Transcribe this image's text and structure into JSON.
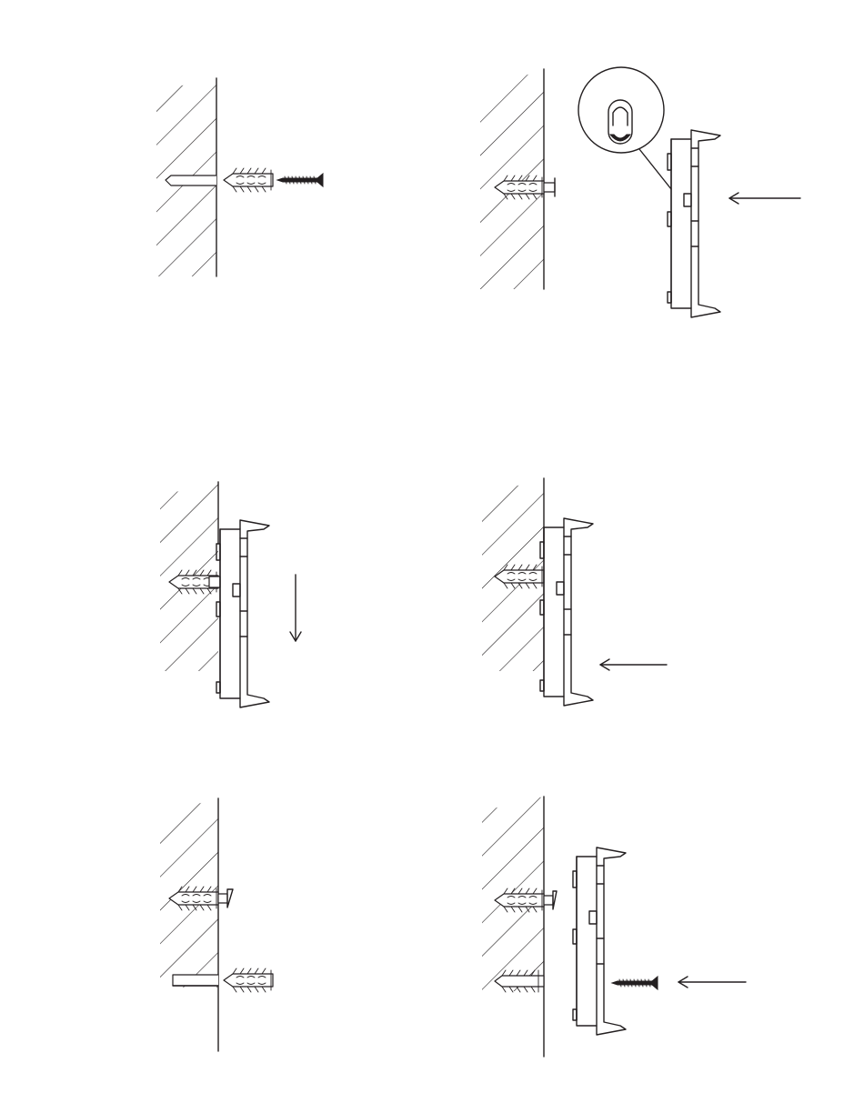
{
  "figure": {
    "steps": [
      {
        "id": 1,
        "contents": [
          "wall",
          "drilled-hole",
          "wall-plug",
          "screw"
        ]
      },
      {
        "id": 2,
        "contents": [
          "wall",
          "plug-with-screw",
          "bracket",
          "keyhole-detail",
          "push-arrow"
        ]
      },
      {
        "id": 3,
        "contents": [
          "wall",
          "plug-with-screw",
          "bracket-mounted",
          "down-arrow"
        ]
      },
      {
        "id": 4,
        "contents": [
          "wall",
          "plug-with-screw",
          "bracket-mounted",
          "push-arrow"
        ]
      },
      {
        "id": 5,
        "contents": [
          "wall",
          "plug-with-screw",
          "second-drilled-hole",
          "wall-plug"
        ]
      },
      {
        "id": 6,
        "contents": [
          "wall",
          "plug-with-screw",
          "second-plug",
          "bracket",
          "screw",
          "push-arrow"
        ]
      }
    ],
    "arrow_directions": {
      "step2": "left",
      "step3": "down",
      "step4": "left",
      "step6": "left"
    },
    "colors": {
      "line": "#231f20",
      "background": "#ffffff"
    }
  }
}
